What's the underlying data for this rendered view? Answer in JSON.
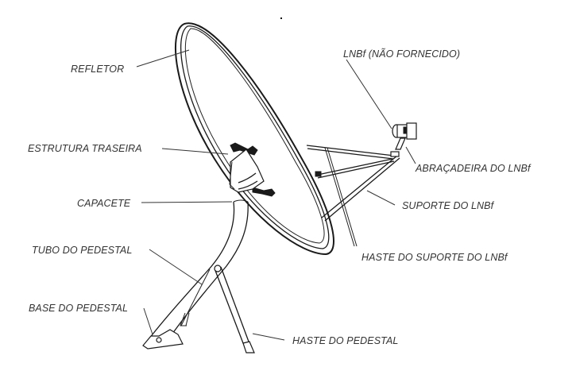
{
  "diagram": {
    "title": "Antena parabólica — componentes",
    "labels": {
      "refletor": "REFLETOR",
      "lnbf": "LNBf (NÃO FORNECIDO)",
      "estrutura_traseira": "ESTRUTURA TRASEIRA",
      "abracadeira_lnbf": "ABRAÇADEIRA DO LNBf",
      "capacete": "CAPACETE",
      "suporte_lnbf": "SUPORTE DO LNBf",
      "tubo_pedestal": "TUBO DO PEDESTAL",
      "haste_suporte_lnbf": "HASTE DO SUPORTE DO LNBf",
      "base_pedestal": "BASE DO PEDESTAL",
      "haste_pedestal": "HASTE DO PEDESTAL"
    }
  }
}
